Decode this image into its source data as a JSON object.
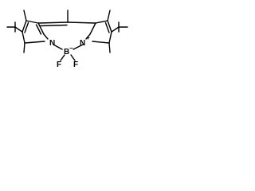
{
  "molecule": {
    "atoms": {
      "n_left": "N",
      "n_right": "N",
      "boron": "B",
      "fluorine_left": "F",
      "fluorine_right": "F"
    },
    "charges": {
      "boron": "−",
      "n_right": "+"
    }
  },
  "colors": {
    "bond": "#000000",
    "background": "#ffffff"
  }
}
